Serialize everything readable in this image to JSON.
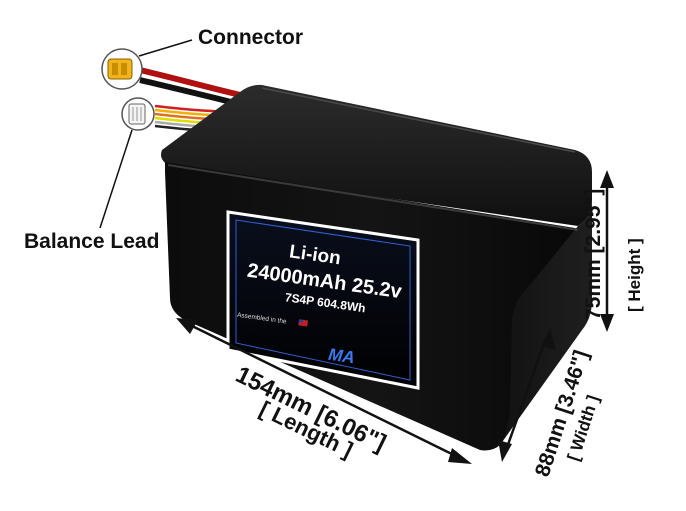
{
  "callouts": {
    "connector": "Connector",
    "balance_lead": "Balance Lead"
  },
  "label": {
    "chemistry": "Li-ion",
    "capacity_voltage": "24000mAh 25.2v",
    "config_energy": "7S4P 604.8Wh",
    "assembled": "Assembled in the",
    "logo": "MA"
  },
  "dimensions": {
    "length": "154mm [6.06\"]",
    "length_name": "[ Length ]",
    "width": "88mm [3.46\"]",
    "width_name": "[ Width ]",
    "height": "75mm [2.95\"]",
    "height_name": "[ Height ]"
  },
  "colors": {
    "battery_body": "#0b0b0b",
    "label_bg": "#000000",
    "label_border": "#ffffff",
    "label_accent": "#2f5fd0",
    "connector": "#f1b21a"
  }
}
